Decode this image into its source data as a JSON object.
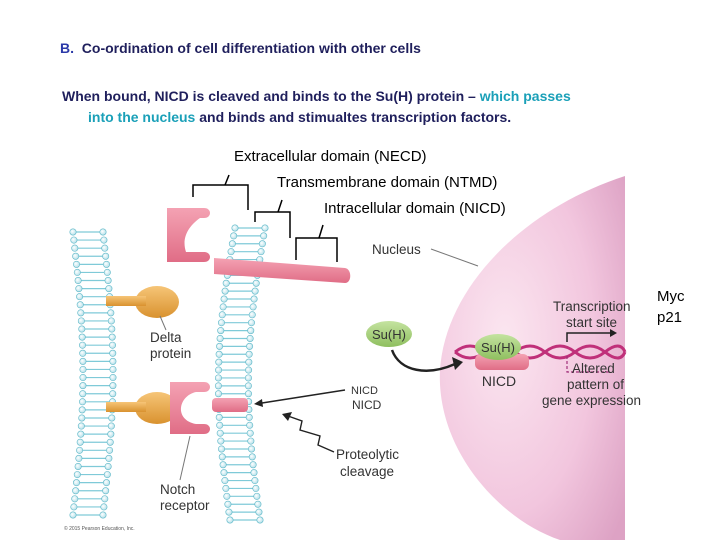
{
  "heading": {
    "letter": "B.",
    "text": "Co-ordination of cell differentiation with other cells"
  },
  "description": {
    "part1": "When bound, NICD is cleaved and binds to the Su(H) protein –",
    "part2": "which passes",
    "part3": "into the nucleus",
    "part4": "and binds and stimualtes transcription factors."
  },
  "domains": {
    "extracellular": "Extracellular domain (NECD)",
    "transmembrane": "Transmembrane domain (NTMD)",
    "intracellular": "Intracellular domain (NICD)"
  },
  "labels": {
    "nucleus": "Nucleus",
    "delta_1": "Delta",
    "delta_2": "protein",
    "notch_1": "Notch",
    "notch_2": "receptor",
    "suh_free": "Su(H)",
    "suh_bound": "Su(H)",
    "nicd_nucleus": "NICD",
    "nicd_overlay": "NICD",
    "nicd_original": "NICD",
    "cleavage_1": "Proteolytic",
    "cleavage_2": "cleavage",
    "tss_1": "Transcription",
    "tss_2": "start site",
    "altered_1": "Altered",
    "altered_2": "pattern of",
    "altered_3": "gene expression"
  },
  "targets": {
    "line1": "Myc",
    "line2": "p21"
  },
  "copyright": "© 2015 Pearson Education, Inc.",
  "colors": {
    "notch": "#e8798f",
    "delta": "#e8aa4a",
    "membrane": "#6ec8d8",
    "suh": "#9dc96a",
    "nucleus": "#f2c6de",
    "dna": "#c0307a"
  }
}
